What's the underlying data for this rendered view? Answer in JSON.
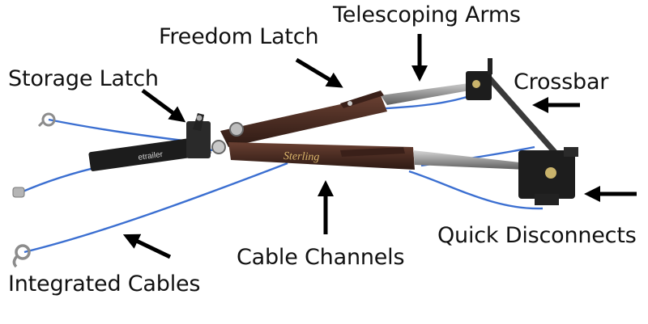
{
  "labels": {
    "telescoping_arms": "Telescoping Arms",
    "freedom_latch": "Freedom Latch",
    "storage_latch": "Storage Latch",
    "crossbar": "Crossbar",
    "quick_disconnects": "Quick Disconnects",
    "cable_channels": "Cable Channels",
    "integrated_cables": "Integrated Cables"
  },
  "brand_marks": {
    "sterling_logo": "Sterling",
    "etrailer_watermark": "etrailer"
  },
  "colors": {
    "background": "#ffffff",
    "arm_body": "#4a2c22",
    "arm_steel": "#9a9a9a",
    "cable": "#3b6fd1",
    "arrow": "#000000"
  },
  "icons": [
    "arrow-icon"
  ]
}
